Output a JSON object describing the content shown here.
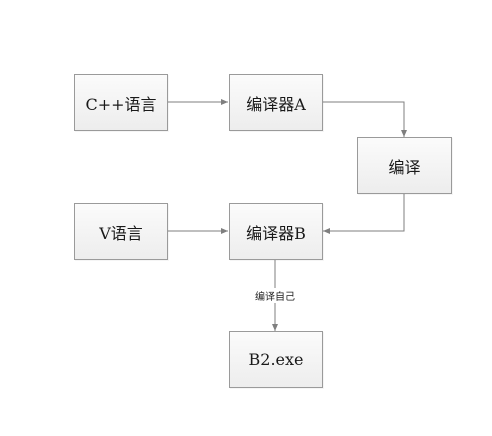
{
  "nodes": {
    "cpp_language": "C++语言",
    "compiler_a": "编译器A",
    "compile": "编译",
    "v_language": "V语言",
    "compiler_b": "编译器B",
    "b2_exe": "B2.exe"
  },
  "edges": {
    "self_compile_label": "编译自己"
  },
  "colors": {
    "box_border": "#9a9a9a",
    "arrow": "#7f7f7f"
  }
}
